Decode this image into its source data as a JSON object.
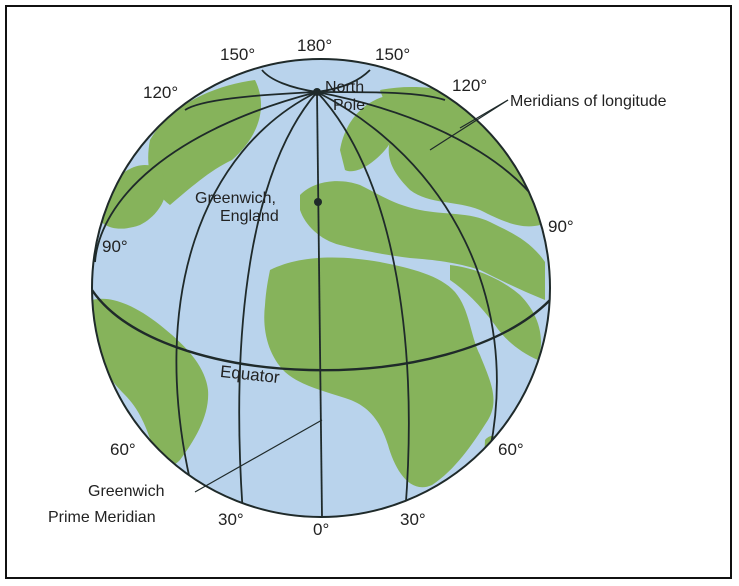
{
  "labels": {
    "north_pole": [
      "North",
      "Pole"
    ],
    "greenwich_place": [
      "Greenwich,",
      "England"
    ],
    "meridians": "Meridians of longitude",
    "equator": "Equator",
    "prime_meridian": [
      "Greenwich",
      "Prime Meridian"
    ]
  },
  "degrees": {
    "top_180": "180°",
    "top_150_left": "150°",
    "top_150_right": "150°",
    "top_120_left": "120°",
    "top_120_right": "120°",
    "left_90": "90°",
    "right_90": "90°",
    "left_60": "60°",
    "right_60": "60°",
    "bottom_30_left": "30°",
    "bottom_0": "0°",
    "bottom_30_right": "30°"
  },
  "colors": {
    "ocean": "#b9d3ec",
    "land": "#86b35b",
    "lines": "#1f2a2a"
  }
}
